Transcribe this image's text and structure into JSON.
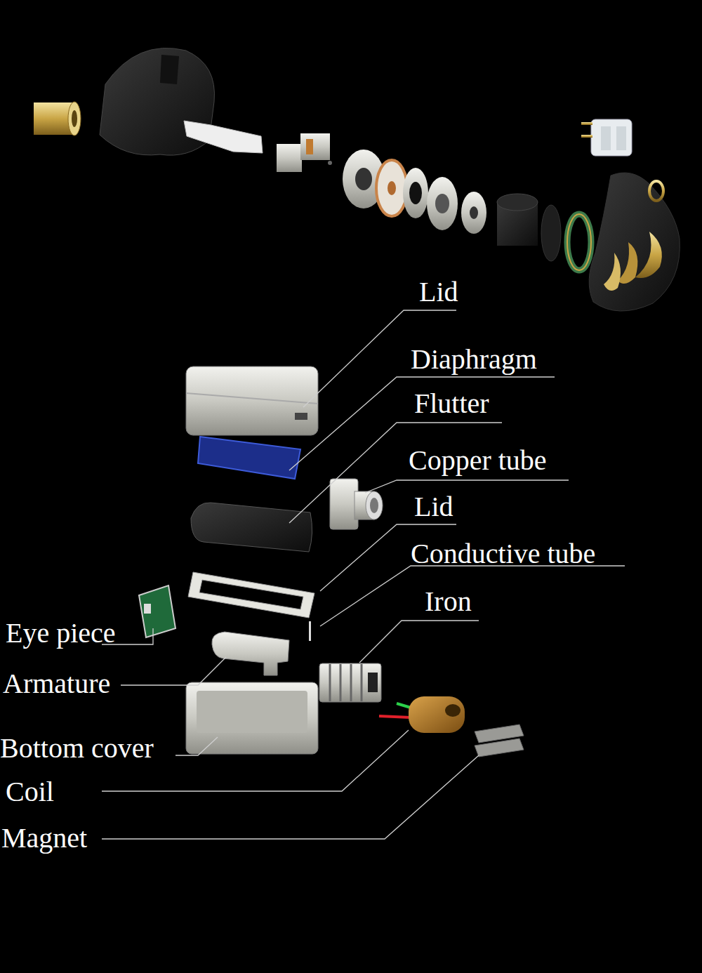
{
  "diagram": {
    "labels": [
      "Lid",
      "Diaphragm",
      "Flutter",
      "Copper tube",
      "Lid",
      "Conductive tube",
      "Iron",
      "Eye piece",
      "Armature",
      "Bottom cover",
      "Coil",
      "Magnet"
    ]
  }
}
